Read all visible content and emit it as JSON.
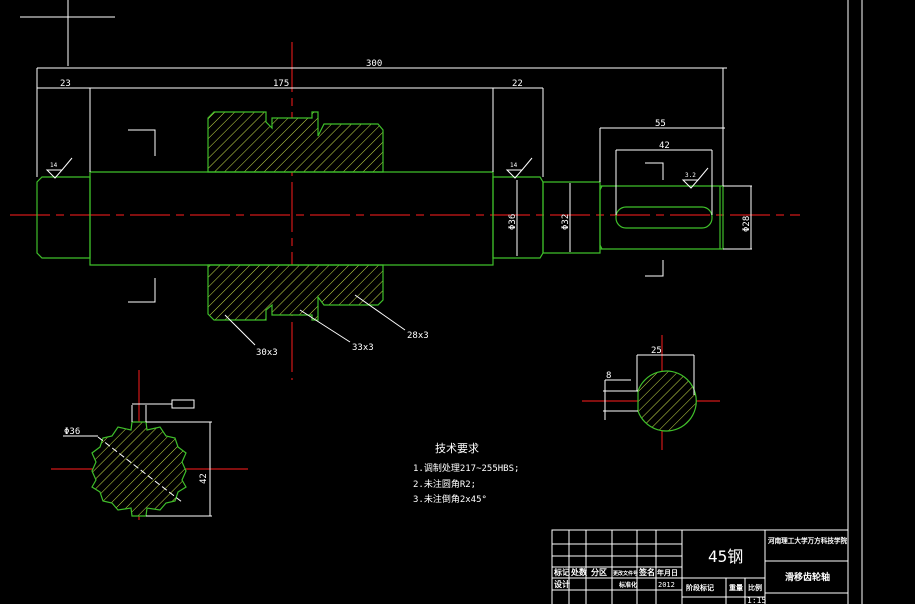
{
  "dimensions": {
    "overall_length": "300",
    "left_end": "23",
    "gear_section": "175",
    "right_step": "22",
    "key_section": "55",
    "keyway_length": "42",
    "dia_36": "Φ36",
    "dia_32": "Φ32",
    "dia_28": "Φ28",
    "spline_outer": "Φ36",
    "spline_height": "42",
    "key_width": "25",
    "key_depth": "8"
  },
  "roughness": {
    "left": "14",
    "middle": "14",
    "keyway": "3.2"
  },
  "callouts": {
    "groove_1": "30x3",
    "groove_2": "33x3",
    "groove_3": "28x3"
  },
  "tech_requirements": {
    "title": "技术要求",
    "items": [
      "1.调制处理217~255HBS;",
      "2.未注圆角R2;",
      "3.未注倒角2x45°"
    ]
  },
  "title_block": {
    "material": "45钢",
    "school": "河南理工大学万方科技学院",
    "part_name": "滑移齿轮轴",
    "headers": [
      "标记",
      "处数",
      "分区",
      "更改文件号",
      "签名",
      "年月日"
    ],
    "design": "设计",
    "standardization": "标准化",
    "year": "2012",
    "stage_mark": "阶段标记",
    "weight": "重量",
    "scale_label": "比例",
    "scale": "1:15"
  },
  "colors": {
    "outline": "#3fbf2a",
    "centerline": "#d01818",
    "dimension": "#ffffff",
    "background": "#000000"
  }
}
